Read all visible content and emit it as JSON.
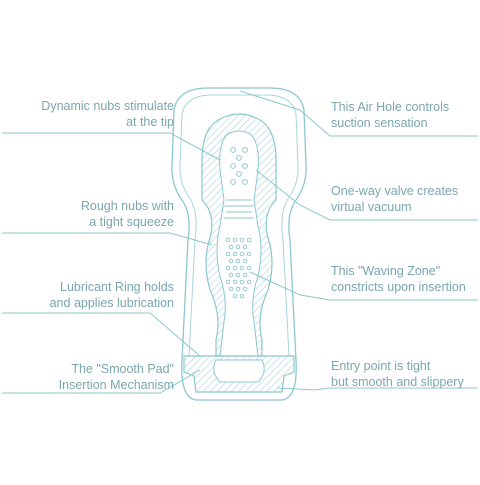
{
  "colors": {
    "line": "#8cc7cd",
    "text": "#7aa7ad",
    "background": "#ffffff"
  },
  "labels": {
    "dynamic_nubs": [
      "Dynamic nubs stimulate",
      "at the tip"
    ],
    "rough_nubs": [
      "Rough nubs with",
      "a tight squeeze"
    ],
    "lubricant_ring": [
      "Lubricant Ring holds",
      "and applies lubrication"
    ],
    "smooth_pad": [
      "The \"Smooth Pad\"",
      "Insertion Mechanism"
    ],
    "air_hole": [
      "This Air Hole controls",
      "suction sensation"
    ],
    "one_way_valve": [
      "One-way valve creates",
      "virtual vacuum"
    ],
    "waving_zone": [
      "This \"Waving Zone\"",
      "constricts upon insertion"
    ],
    "entry_point": [
      "Entry point is tight",
      "but smooth and slippery"
    ]
  }
}
